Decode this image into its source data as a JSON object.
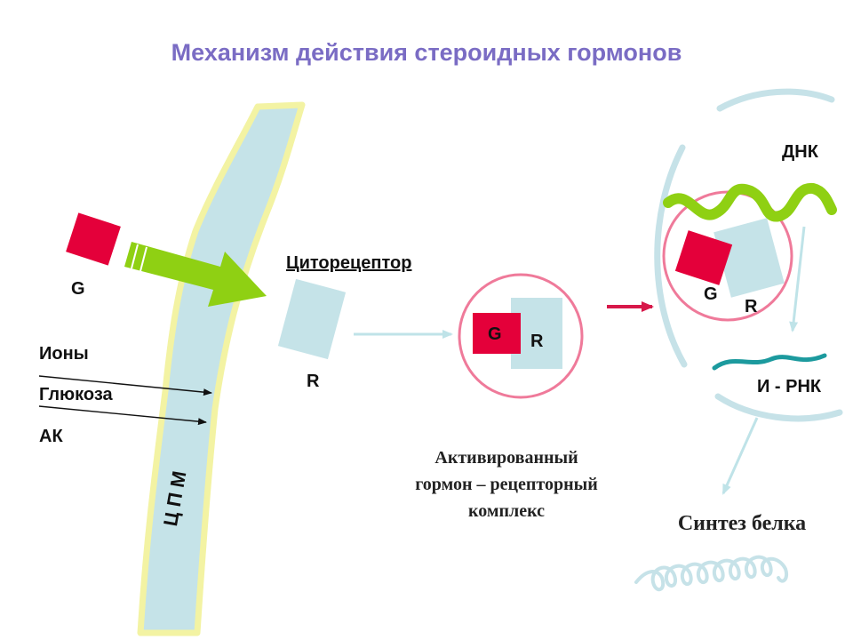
{
  "title": "Механизм действия стероидных гормонов",
  "labels": {
    "g_outside": "G",
    "ions": "Ионы",
    "glucose": "Глюкоза",
    "amino_acids": "АК",
    "membrane": "Ц П М",
    "cytoreceptor": "Циторецептор",
    "r_free": "R",
    "g_complex": "G",
    "r_complex": "R",
    "dna": "ДНК",
    "g_nucleus": "G",
    "r_nucleus": "R",
    "mrna": "И - РНК",
    "complex_caption_1": "Активированный",
    "complex_caption_2": "гормон – рецепторный",
    "complex_caption_3": "комплекс",
    "protein_synthesis": "Синтез белка"
  },
  "colors": {
    "title": "#7a6cc4",
    "membrane_fill": "#c5e3e8",
    "membrane_outline": "#f3f3a3",
    "hormone": "#e4003a",
    "receptor": "#c5e3e8",
    "big_arrow": "#8fd013",
    "complex_circle": "#ef7a9a",
    "nucleus_arc": "#c6e2e8",
    "dna": "#8fd013",
    "mrna": "#1c9a9e",
    "thin_arrow": "#bfe3e8",
    "red_arrow": "#d7184a"
  }
}
